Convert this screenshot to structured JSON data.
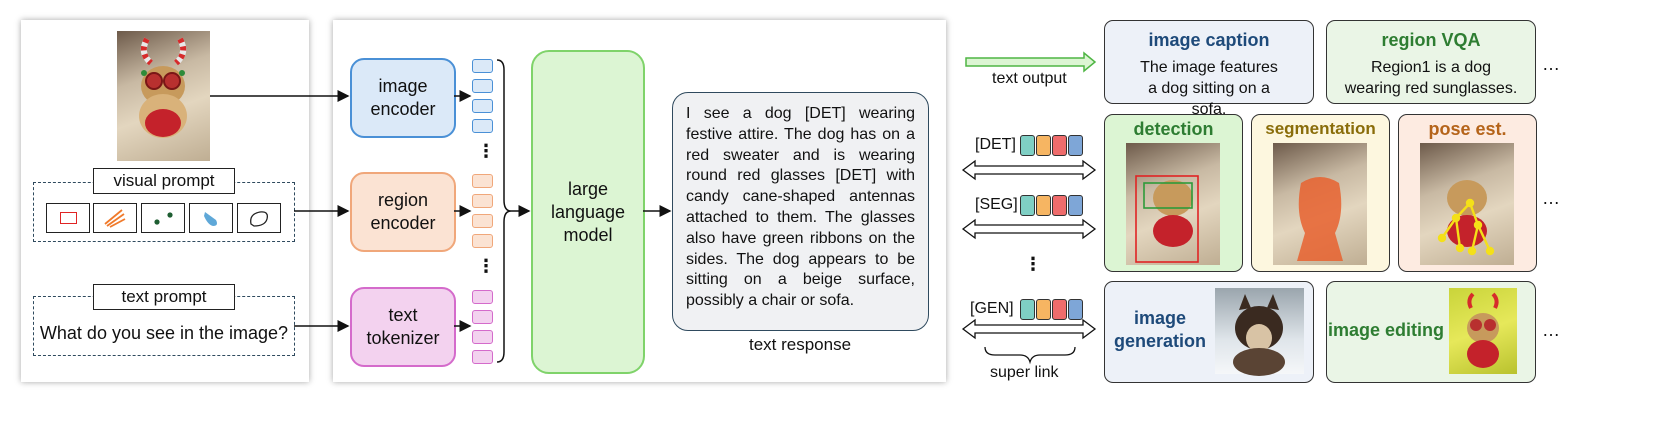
{
  "input_panel": {
    "visual_prompt_label": "visual prompt",
    "text_prompt_label": "text prompt",
    "text_prompt_value": "What do you see in the image?"
  },
  "encoders": {
    "image": "image encoder",
    "region": "region encoder",
    "text": "text tokenizer"
  },
  "llm_label": "large language model",
  "response": {
    "text": "I see a dog [DET] wearing festive attire. The dog has on a red sweater and is wearing round red glasses [DET] with candy cane-shaped antennas attached to them. The glasses also have green ribbons on the sides. The dog appears to be sitting on a beige surface, possibly a chair or sofa.",
    "label": "text response"
  },
  "links": {
    "text_output": "text output",
    "det": "[DET]",
    "seg": "[SEG]",
    "gen": "[GEN]",
    "super_link": "super link",
    "vdots": "⋮",
    "ellipsis": "…"
  },
  "tasks": {
    "image_caption": {
      "title": "image caption",
      "text": "The image features a dog sitting on a sofa."
    },
    "region_vqa": {
      "title": "region VQA",
      "text": "Region1 is a dog wearing red sunglasses."
    },
    "detection": "detection",
    "segmentation": "segmentation",
    "pose": "pose est.",
    "image_generation": "image generation",
    "image_editing": "image editing"
  },
  "colors": {
    "image_encoder": "#dbe9f8",
    "region_encoder": "#fbe3d3",
    "text_tokenizer": "#f3d2ef",
    "llm": "#dcf5d3",
    "response_bg": "#f0f1f3",
    "caption_bg": "#edf1f8",
    "vqa_bg": "#eaf5e6",
    "seg_bg": "#fdf7df",
    "pose_bg": "#fdebe1",
    "teal_token": "#7fcfc4",
    "orange_token": "#f6b562",
    "red_token": "#ef6c6c",
    "blue_token": "#7ea6d7"
  }
}
